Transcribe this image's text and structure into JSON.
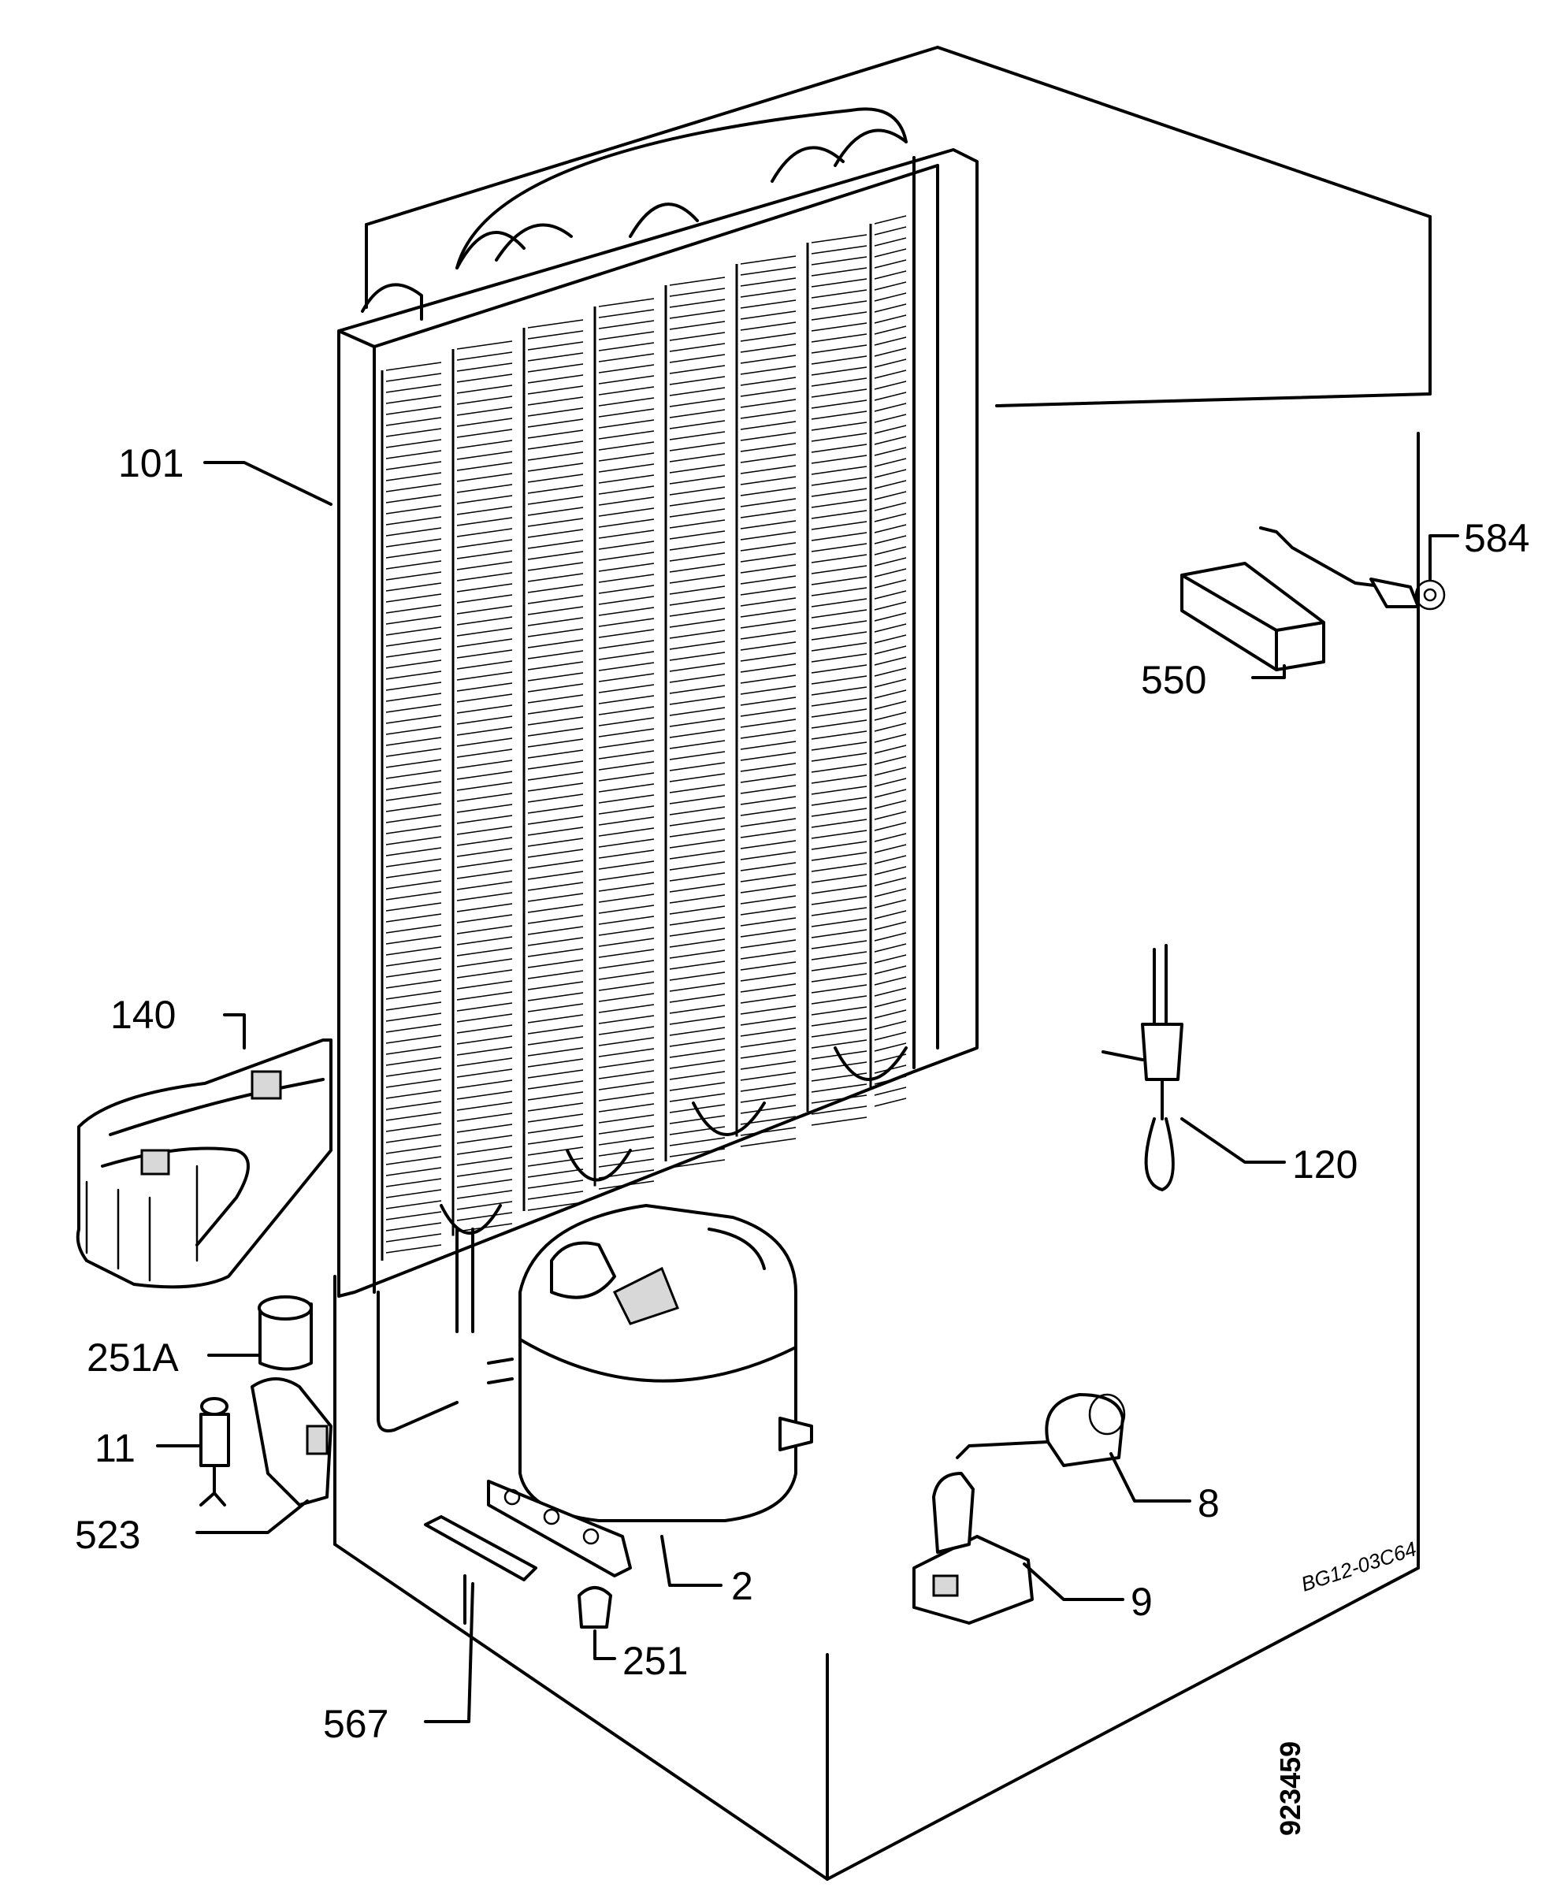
{
  "diagram": {
    "part_labels": {
      "p101": "101",
      "p584": "584",
      "p550": "550",
      "p140": "140",
      "p120": "120",
      "p251A": "251A",
      "p11": "11",
      "p523": "523",
      "p8": "8",
      "p2": "2",
      "p9": "9",
      "p251": "251",
      "p567": "567"
    },
    "drawing_code": "BG12-03C64",
    "document_number": "923459"
  }
}
